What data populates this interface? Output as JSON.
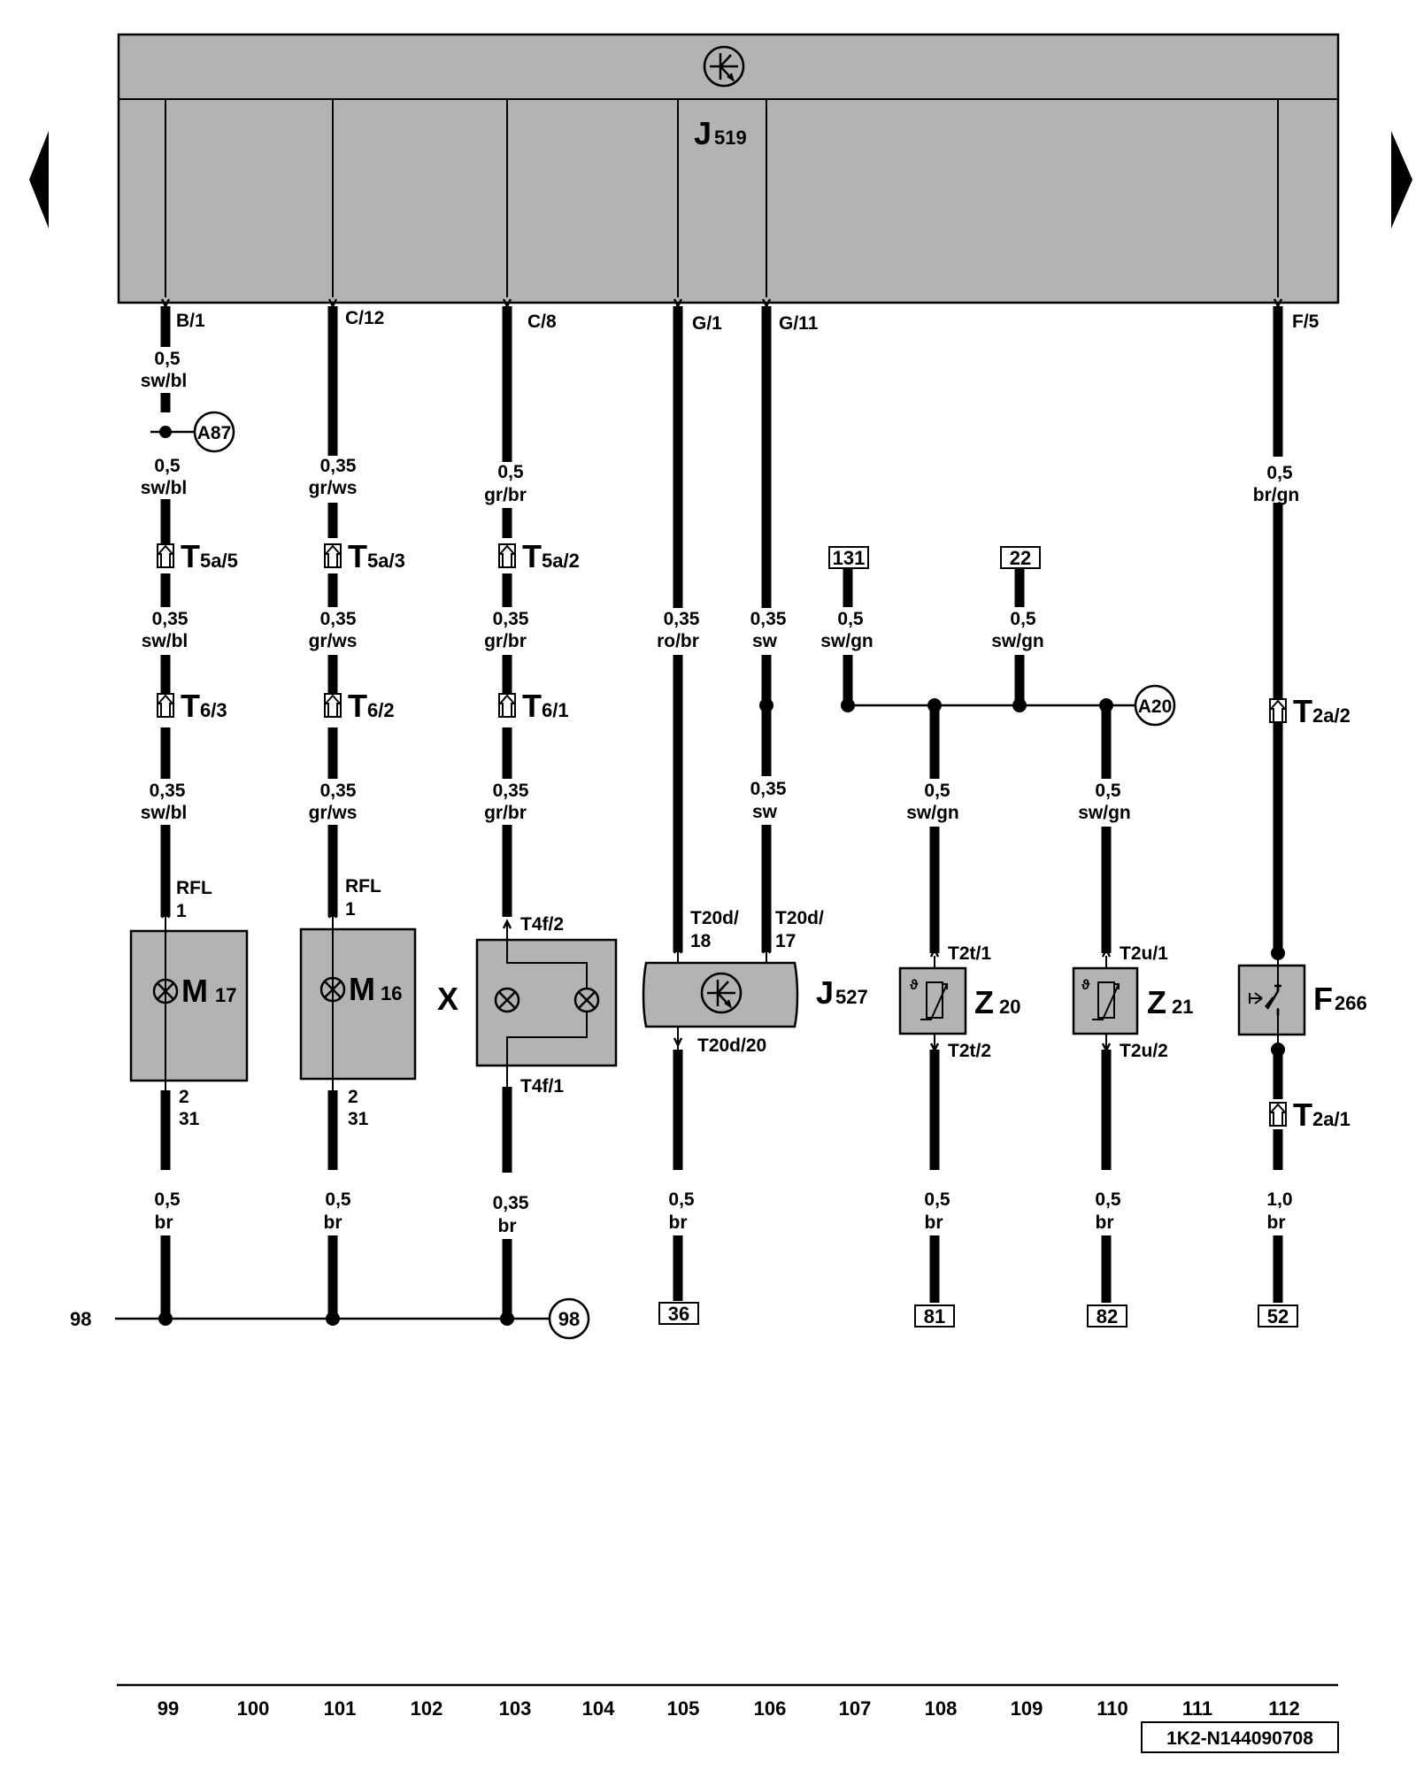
{
  "nav": {
    "prev_icon": "triangle-left-icon",
    "next_icon": "triangle-right-icon"
  },
  "control_unit": {
    "name": "J",
    "sub": "519"
  },
  "pins": [
    "B/1",
    "C/12",
    "C/8",
    "G/1",
    "G/11",
    "F/5"
  ],
  "wires": {
    "c99": {
      "g1": "0,5",
      "c1": "sw/bl",
      "g2": "0,5",
      "c2": "sw/bl",
      "g3": "0,35",
      "c3": "sw/bl",
      "g4": "0,35",
      "c4": "sw/bl",
      "g5": "0,5",
      "c5": "br"
    },
    "c101": {
      "g2": "0,35",
      "c2": "gr/ws",
      "g3": "0,35",
      "c3": "gr/ws",
      "g4": "0,35",
      "c4": "gr/ws",
      "g5": "0,5",
      "c5": "br"
    },
    "c103": {
      "g2": "0,5",
      "c2": "gr/br",
      "g3": "0,35",
      "c3": "gr/br",
      "g4": "0,35",
      "c4": "gr/br",
      "g5": "0,35",
      "c5": "br"
    },
    "c105": {
      "g3": "0,35",
      "c3": "ro/br",
      "g5": "0,5",
      "c5": "br"
    },
    "c106": {
      "g3": "0,35",
      "c3": "sw",
      "g4": "0,35",
      "c4": "sw"
    },
    "c107": {
      "g3": "0,5",
      "c3": "sw/gn"
    },
    "c108": {
      "g4": "0,5",
      "c4": "sw/gn",
      "g5": "0,5",
      "c5": "br"
    },
    "c109": {
      "g3": "0,5",
      "c3": "sw/gn"
    },
    "c110": {
      "g4": "0,5",
      "c4": "sw/gn",
      "g5": "0,5",
      "c5": "br"
    },
    "c112": {
      "g2": "0,5",
      "c2": "br/gn",
      "g5": "1,0",
      "c5": "br"
    }
  },
  "connectors": {
    "t5a5": {
      "name": "T",
      "sub": "5a/5"
    },
    "t5a3": {
      "name": "T",
      "sub": "5a/3"
    },
    "t5a2": {
      "name": "T",
      "sub": "5a/2"
    },
    "t63": {
      "name": "T",
      "sub": "6/3"
    },
    "t62": {
      "name": "T",
      "sub": "6/2"
    },
    "t61": {
      "name": "T",
      "sub": "6/1"
    },
    "t2a2": {
      "name": "T",
      "sub": "2a/2"
    },
    "t2a1": {
      "name": "T",
      "sub": "2a/1"
    }
  },
  "junctions": {
    "a87": "A87",
    "a20": "A20",
    "r98": "98"
  },
  "refs": {
    "r131": "131",
    "r22": "22",
    "r36": "36",
    "r81": "81",
    "r82": "82",
    "r52": "52"
  },
  "ground_left_label": "98",
  "components": {
    "m17": {
      "name": "M",
      "sub": "17",
      "pin_top_a": "RFL",
      "pin_top_b": "1",
      "pin_bot_a": "2",
      "pin_bot_b": "31"
    },
    "m16": {
      "name": "M",
      "sub": "16",
      "pin_top_a": "RFL",
      "pin_top_b": "1",
      "pin_bot_a": "2",
      "pin_bot_b": "31"
    },
    "x": {
      "name": "X",
      "pin_top": "T4f/2",
      "pin_bot": "T4f/1"
    },
    "j527": {
      "name": "J",
      "sub": "527",
      "pin_a1": "T20d/",
      "pin_a2": "18",
      "pin_b1": "T20d/",
      "pin_b2": "17",
      "pin_bot": "T20d/20"
    },
    "z20": {
      "name": "Z",
      "sub": "20",
      "pin_top": "T2t/1",
      "pin_bot": "T2t/2"
    },
    "z21": {
      "name": "Z",
      "sub": "21",
      "pin_top": "T2u/1",
      "pin_bot": "T2u/2"
    },
    "f266": {
      "name": "F",
      "sub": "266"
    }
  },
  "tracks": [
    "99",
    "100",
    "101",
    "102",
    "103",
    "104",
    "105",
    "106",
    "107",
    "108",
    "109",
    "110",
    "111",
    "112"
  ],
  "doc_id": "1K2-N144090708"
}
